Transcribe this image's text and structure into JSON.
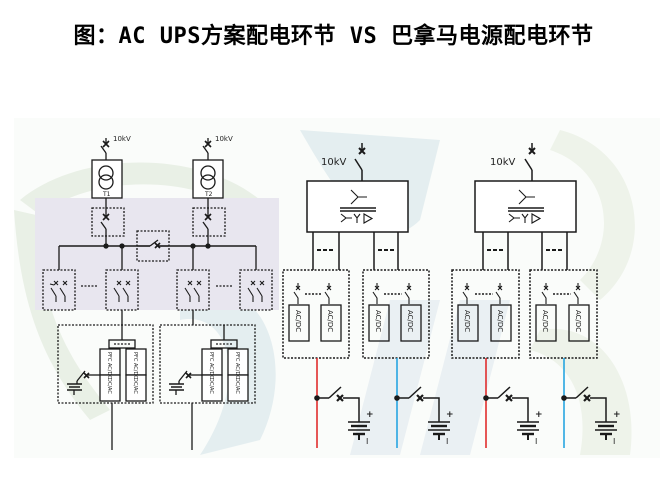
{
  "title": "图：AC UPS方案配电环节 VS 巴拿马电源配电环节",
  "left_diagram": {
    "name": "AC UPS scheme",
    "inputs": [
      {
        "voltage_label": "10kV",
        "transformer_label": "T1"
      },
      {
        "voltage_label": "10kV",
        "transformer_label": "T2"
      }
    ],
    "ups_modules": [
      {
        "rectifier_label": "PFC AC/DC",
        "inverter_label": "DC/AC"
      },
      {
        "rectifier_label": "PFC AC/DC",
        "inverter_label": "DC/AC"
      }
    ]
  },
  "right_diagram": {
    "name": "Panama power scheme",
    "units": [
      {
        "voltage_label": "10kV",
        "converter_label": "AC/DC",
        "battery_plus": "+",
        "battery_minus": "I",
        "bus_colors": [
          "#e02020",
          "#1aa0e0"
        ]
      },
      {
        "voltage_label": "10kV",
        "converter_label": "AC/DC",
        "battery_plus": "+",
        "battery_minus": "I",
        "bus_colors": [
          "#e02020",
          "#1aa0e0"
        ]
      }
    ]
  },
  "colors": {
    "line": "#1a1a1a",
    "shade": "#e8e6ef",
    "watermark_green": "#e9f0e6",
    "watermark_blue": "#e4eef0",
    "bus_red": "#e02020",
    "bus_blue": "#1aa0e0"
  }
}
